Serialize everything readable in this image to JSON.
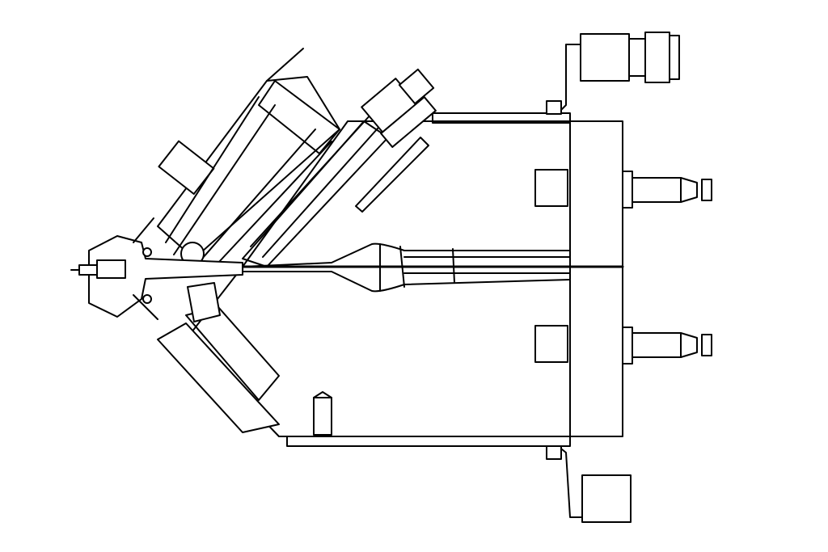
{
  "drawing": {
    "kind": "cross-section line drawing",
    "printed_text": [],
    "colors": {
      "ink": "#000000",
      "paper": "#ffffff"
    },
    "features": [
      "hatched-section",
      "flow-channel",
      "bolted-clamps",
      "connectors"
    ]
  }
}
